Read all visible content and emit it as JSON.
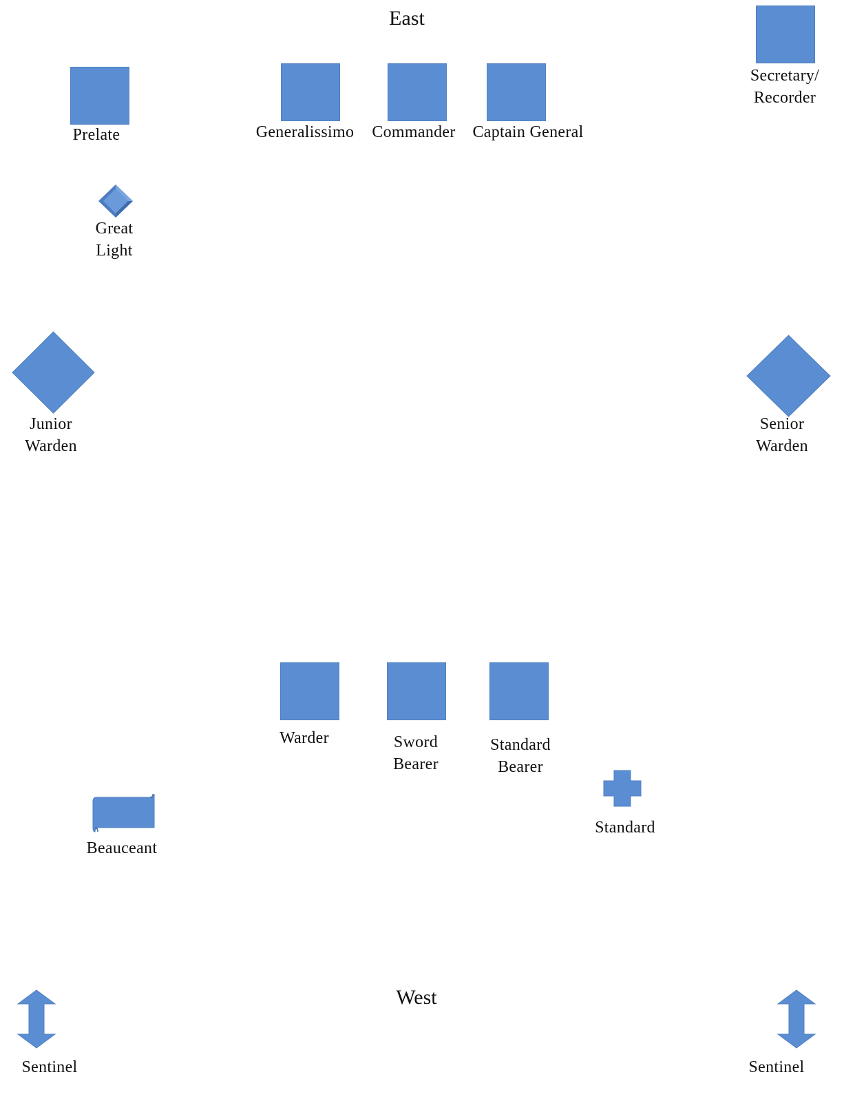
{
  "compass": {
    "east": "East",
    "west": "West"
  },
  "officers": {
    "prelate": "Prelate",
    "generalissimo": "Generalissimo",
    "commander": "Commander",
    "captain_general": "Captain General",
    "secretary_recorder": "Secretary/\nRecorder",
    "junior_warden": "Junior\nWarden",
    "senior_warden": "Senior\nWarden",
    "warder": "Warder",
    "sword_bearer": "Sword\nBearer",
    "standard_bearer": "Standard\nBearer",
    "sentinel_left": "Sentinel",
    "sentinel_right": "Sentinel"
  },
  "objects": {
    "great_light": "Great\nLight",
    "beauceant": "Beauceant",
    "standard": "Standard"
  },
  "colors": {
    "shape_fill": "#5b8dd2",
    "shape_stroke": "#4f7fc0",
    "text": "#111111"
  },
  "icons": {
    "officer_station": "square-icon",
    "warden_station": "diamond-icon",
    "great_light": "bevel-diamond-icon",
    "beauceant": "scroll-banner-icon",
    "standard": "cross-icon",
    "sentinel": "up-down-arrow-icon"
  }
}
